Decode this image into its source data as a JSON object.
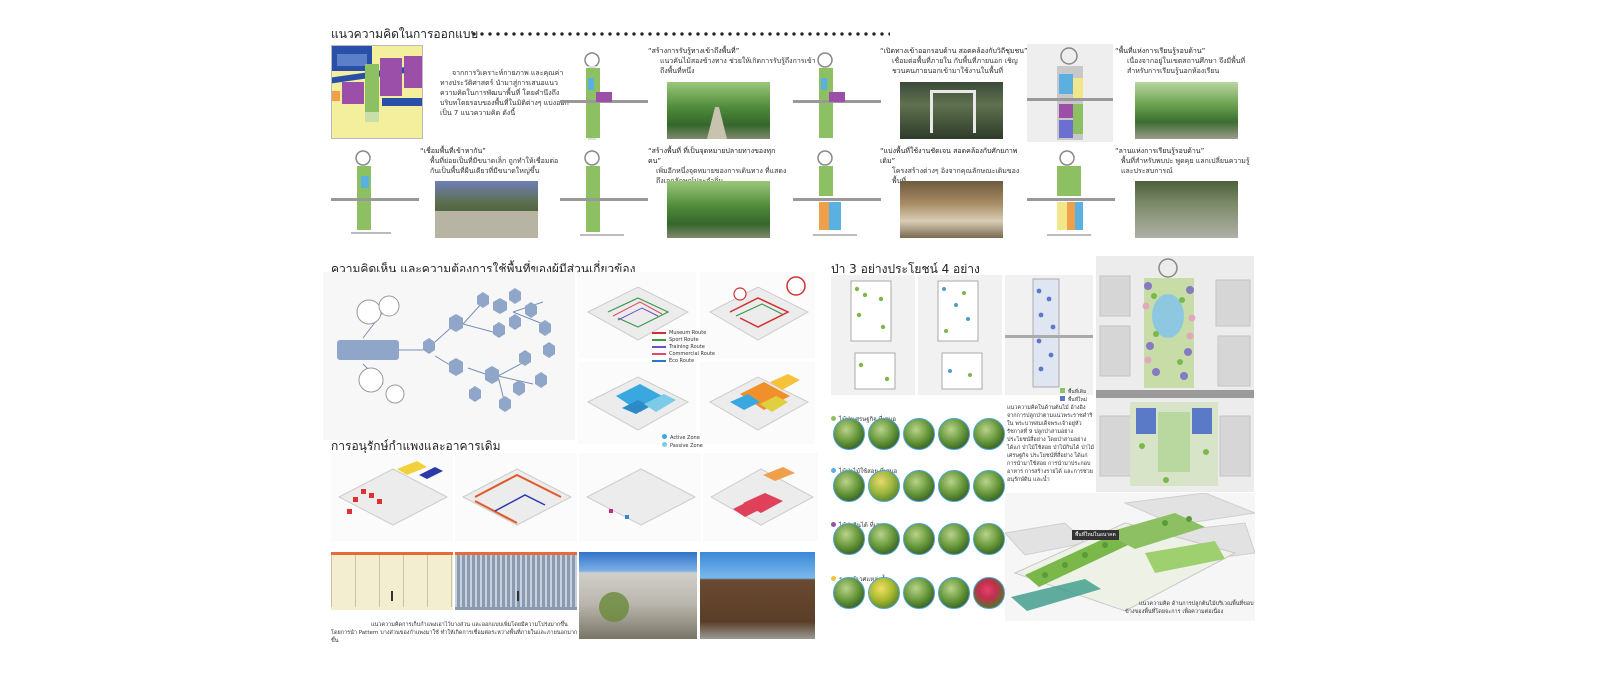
{
  "sections": {
    "concept_title": "แนวความคิดในการออกแบบ",
    "stakeholder_title": "ความคิดเห็น และความต้องการใช้พื้นที่ของผู้มีส่วนเกี่ยวข้อง",
    "conservation_title": "การอนุรักษ์กำแพงและอาคารเดิม",
    "forest_title": "ป่า 3 อย่างประโยชน์ 4 อย่าง"
  },
  "intro_text": "จากการวิเคราะห์กายภาพ และคุณค่าทางประวัติศาสตร์ นำมาสู่การเสนอแนวความคิดในการพัฒนาพื้นที่ โดยคำนึงถึงบริบทโดยรอบของพื้นที่ในมิติต่างๆ แบ่งออกเป็น 7 แนวความคิด ดังนี้",
  "concepts": [
    {
      "title": "“สร้างการรับรู้ทางเข้าถึงพื้นที่”",
      "body": "แนวคันไม้สองข้างทาง ช่วยให้เกิดการรับรู้ถึงการเข้าถึงพื้นที่หนึ่ง"
    },
    {
      "title": "“เปิดทางเข้าออกรอบด้าน สอดคล้องกับวิถีชุมชน”",
      "body": "เชื่อมต่อพื้นที่ภายใน กับพื้นที่ภายนอก เชิญชวนคนภายนอกเข้ามาใช้งานในพื้นที่"
    },
    {
      "title": "“พื้นที่แห่งการเรียนรู้รอบด้าน”",
      "body": "เนื่องจากอยู่ในเขตสถานศึกษา จึงมีพื้นที่สำหรับการเรียนรู้นอกห้องเรียน"
    },
    {
      "title": "“เชื่อมพื้นที่เข้าหากัน”",
      "body": "พื้นที่ย่อยเป็นที่มีขนาดเล็ก ถูกทำให้เชื่อมต่อกันเป็นพื้นที่ผืนเดียวที่มีขนาดใหญ่ขึ้น"
    },
    {
      "title": "“สร้างพื้นที่ ที่เป็นจุดหมายปลายทางของทุกคน”",
      "body": "เพิ่มอีกหนึ่งจุดหมายของการเดินทาง ที่แสดงถึงเอกลักษณ์ประจำถิ่น"
    },
    {
      "title": "“แบ่งพื้นที่ใช้งานชัดเจน สอดคล้องกับศักยภาพเดิม”",
      "body": "โครงสร้างต่างๆ อิงจากคุณลักษณะเดิมของพื้นที่"
    },
    {
      "title": "“ลานแห่งการเรียนรู้รอบด้าน”",
      "body": "พื้นที่สำหรับพบปะ พูดคุย แลกเปลี่ยนความรู้ และประสบการณ์"
    }
  ],
  "stakeholder_legend": [
    "Museum Route",
    "Sport Route",
    "Training Route",
    "Commercial Route",
    "Eco Route"
  ],
  "zone_legend": [
    "Active Zone",
    "Passive Zone"
  ],
  "forest_categories": [
    "ไม้ป่าเศรษฐกิจ ที่เสนอ",
    "ไม้ป่าไม้ใช้สอย ที่เสนอ",
    "ไม้ป่ากินได้ ที่เสนอ",
    "ระบบนิเวศแหล่งน้ำ"
  ],
  "forest_text": "แนวความคิดในด้านต้นไม้ อ้างอิงจากการปลูกป่าตามแนวพระราชดำริใน พระบาทสมเด็จพระเจ้าอยู่หัวรัชกาลที่ 9 ปลูกป่าสามอย่าง ประโยชน์สี่อย่าง โดยป่าสามอย่างได้แก่ ป่าไม้ใช้สอย ป่าไม้กินได้ ป่าไม้เศรษฐกิจ ประโยชน์ที่สี่อย่าง ได้แก่ การนำมาใช้สอย การนำมาประกอบอาหาร การสร้างรายได้ และการช่วยอนุรักษ์ดิน และน้ำ",
  "conservation_caption": "แนวความคิดการเก็บกำแพงเอาไว้บางส่วน และออกแบบเพิ่มโดยมีความโปร่งมากขึ้น โดยการนำ Pattern บางส่วนของกำแพงมาใช้ ทำให้เกิดการเชื่อมต่อระหว่างพื้นที่ภายในและภายนอกมากขึ้น",
  "aerial_caption": "แนวความคิด ด้านการปลูกต้นไม้บริเวณพื้นที่ขอบข้างของพื้นที่โดยจะการ เพื่อความต่อเนื่อง",
  "aerial_label": "พื้นที่ใหม่ในอนาคต",
  "map_legend": [
    "พื้นที่เดิม",
    "พื้นที่ใหม่"
  ],
  "colors": {
    "green": "#8cc063",
    "blue": "#5ab0e0",
    "purple": "#9b4fa8",
    "yellow": "#f2e68a",
    "orange": "#f0a04a",
    "red": "#e0404a",
    "hex": "#8fa6c9"
  }
}
